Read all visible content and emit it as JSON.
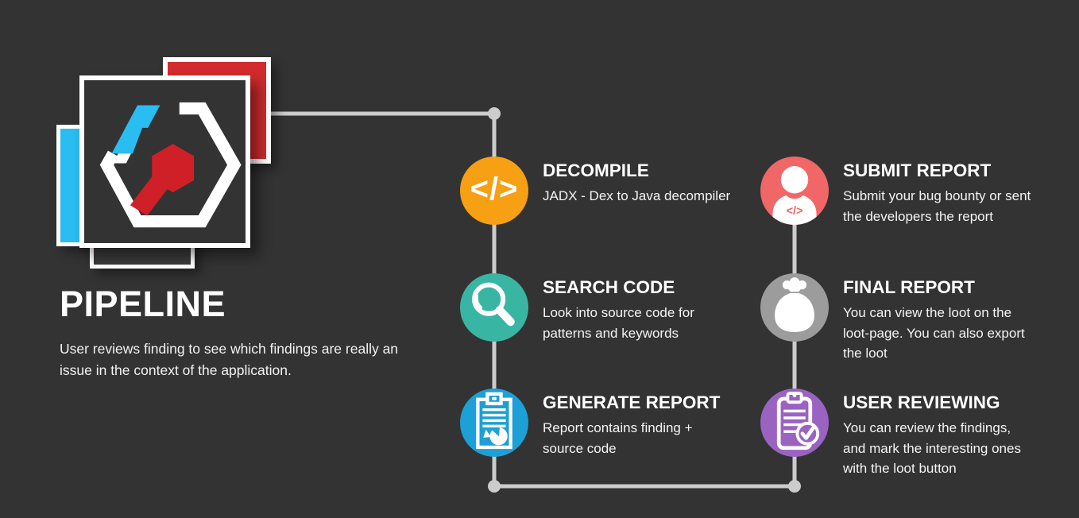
{
  "canvas": {
    "background": "#333333"
  },
  "connector": {
    "color": "#CCCCCC"
  },
  "logo": {
    "name": "code-hexagon-logo",
    "colors": {
      "red_square": "#D22B2E",
      "cyan_square": "#29BDF1",
      "under_square": "#3A3A3A",
      "main_square": "#333333",
      "border_white": "#FFFFFF",
      "hex_white": "#FFFFFF",
      "hex_cyan": "#29BDF1",
      "hex_red": "#D02027"
    }
  },
  "heading": {
    "title": "PIPELINE",
    "description": "User reviews finding to see which findings are really an\nissue in the context of the application."
  },
  "steps": [
    {
      "title": "DECOMPILE",
      "description": "JADX - Dex to Java decompiler",
      "color": "#F7A013",
      "icon": "code-icon",
      "glyph": "</>"
    },
    {
      "title": "SEARCH CODE",
      "description": "Look into source code for\npatterns and keywords",
      "color": "#39B5A4",
      "icon": "search-icon"
    },
    {
      "title": "GENERATE REPORT",
      "description": "Report contains finding +\nsource code",
      "color": "#1CA0D6",
      "icon": "report-pie-icon"
    },
    {
      "title": "SUBMIT REPORT",
      "description": "Submit your bug bounty or sent\nthe developers the report",
      "color": "#F16667",
      "icon": "person-code-icon",
      "glyph": "</>"
    },
    {
      "title": "FINAL REPORT",
      "description": "You can view the loot on the\nloot-page. You can also export\nthe loot",
      "color": "#9C9C9C",
      "icon": "money-bag-icon"
    },
    {
      "title": "USER REVIEWING",
      "description": "You can review the findings,\nand mark the interesting ones\nwith the loot button",
      "color": "#9A63C2",
      "icon": "clipboard-check-icon"
    }
  ]
}
